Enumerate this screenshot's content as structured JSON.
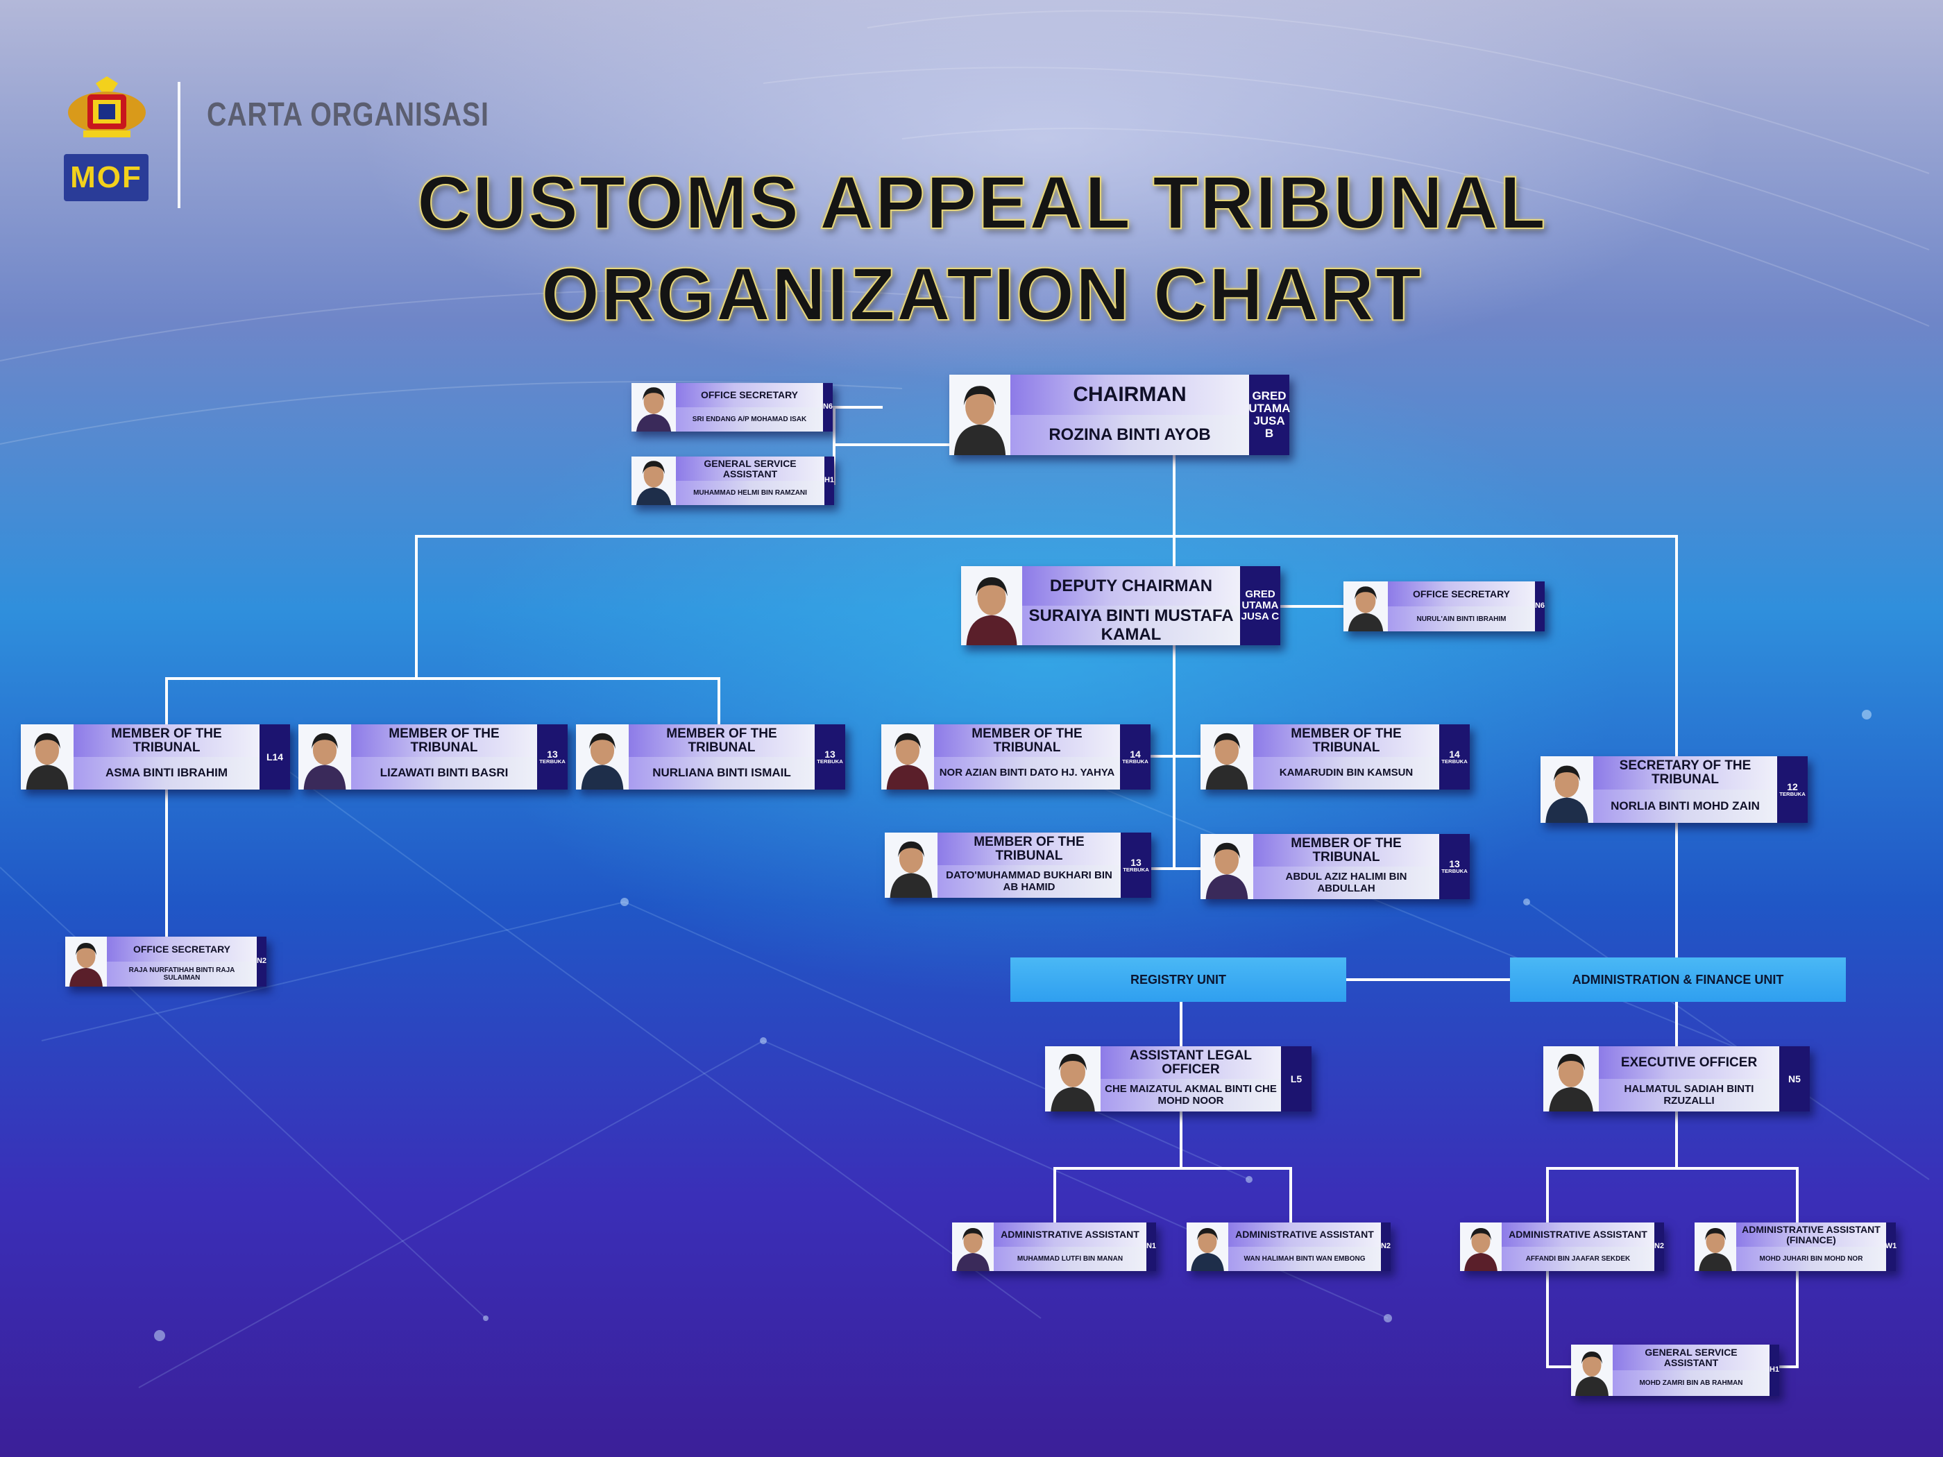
{
  "header": {
    "carta_label": "CARTA ORGANISASI",
    "mof_logo_text": "MOF",
    "title_line1": "CUSTOMS APPEAL TRIBUNAL",
    "title_line2": "ORGANIZATION CHART"
  },
  "units": {
    "registry": "REGISTRY UNIT",
    "admin_finance": "ADMINISTRATION & FINANCE UNIT"
  },
  "cards": {
    "chairman": {
      "role": "CHAIRMAN",
      "name": "ROZINA BINTI AYOB",
      "grade": "GRED UTAMA JUSA B",
      "grade_sub": ""
    },
    "office_secretary_chair": {
      "role": "OFFICE SECRETARY",
      "name": "SRI ENDANG A/P MOHAMAD ISAK",
      "grade": "N6",
      "grade_sub": ""
    },
    "gsa_chair": {
      "role": "GENERAL SERVICE ASSISTANT",
      "name": "MUHAMMAD HELMI BIN RAMZANI",
      "grade": "H1",
      "grade_sub": ""
    },
    "deputy_chairman": {
      "role": "DEPUTY CHAIRMAN",
      "name": "SURAIYA BINTI MUSTAFA KAMAL",
      "grade": "GRED UTAMA JUSA C",
      "grade_sub": ""
    },
    "office_secretary_deputy": {
      "role": "OFFICE SECRETARY",
      "name": "NURUL'AIN BINTI IBRAHIM",
      "grade": "N6",
      "grade_sub": ""
    },
    "member_asma": {
      "role": "MEMBER OF THE TRIBUNAL",
      "name": "ASMA BINTI IBRAHIM",
      "grade": "L14",
      "grade_sub": ""
    },
    "member_lizawati": {
      "role": "MEMBER OF THE TRIBUNAL",
      "name": "LIZAWATI BINTI BASRI",
      "grade": "13",
      "grade_sub": "TERBUKA"
    },
    "member_nurliana": {
      "role": "MEMBER OF THE TRIBUNAL",
      "name": "NURLIANA BINTI ISMAIL",
      "grade": "13",
      "grade_sub": "TERBUKA"
    },
    "member_nor_azian": {
      "role": "MEMBER OF THE TRIBUNAL",
      "name": "NOR AZIAN BINTI DATO HJ. YAHYA",
      "grade": "14",
      "grade_sub": "TERBUKA"
    },
    "member_kamarudin": {
      "role": "MEMBER OF THE TRIBUNAL",
      "name": "KAMARUDIN BIN KAMSUN",
      "grade": "14",
      "grade_sub": "TERBUKA"
    },
    "member_bukhari": {
      "role": "MEMBER OF THE TRIBUNAL",
      "name": "DATO'MUHAMMAD BUKHARI BIN AB HAMID",
      "grade": "13",
      "grade_sub": "TERBUKA"
    },
    "member_abdul_aziz": {
      "role": "MEMBER OF THE TRIBUNAL",
      "name": "ABDUL AZIZ HALIMI BIN ABDULLAH",
      "grade": "13",
      "grade_sub": "TERBUKA"
    },
    "secretary_tribunal": {
      "role": "SECRETARY OF THE TRIBUNAL",
      "name": "NORLIA BINTI MOHD ZAIN",
      "grade": "12",
      "grade_sub": "TERBUKA"
    },
    "office_secretary_member": {
      "role": "OFFICE SECRETARY",
      "name": "RAJA NURFATIHAH BINTI RAJA SULAIMAN",
      "grade": "N2",
      "grade_sub": ""
    },
    "assistant_legal_officer": {
      "role": "ASSISTANT LEGAL OFFICER",
      "name": "CHE MAIZATUL AKMAL BINTI CHE MOHD NOOR",
      "grade": "L5",
      "grade_sub": ""
    },
    "executive_officer": {
      "role": "EXECUTIVE OFFICER",
      "name": "HALMATUL SADIAH BINTI RZUZALLI",
      "grade": "N5",
      "grade_sub": ""
    },
    "admin_assistant_lutfi": {
      "role": "ADMINISTRATIVE ASSISTANT",
      "name": "MUHAMMAD LUTFI BIN MANAN",
      "grade": "N1",
      "grade_sub": ""
    },
    "admin_assistant_halimah": {
      "role": "ADMINISTRATIVE ASSISTANT",
      "name": "WAN HALIMAH BINTI WAN EMBONG",
      "grade": "N2",
      "grade_sub": ""
    },
    "admin_assistant_affandi": {
      "role": "ADMINISTRATIVE ASSISTANT",
      "name": "AFFANDI BIN JAAFAR SEKDEK",
      "grade": "N2",
      "grade_sub": ""
    },
    "admin_assistant_finance": {
      "role": "ADMINISTRATIVE ASSISTANT (FINANCE)",
      "name": "MOHD JUHARI BIN MOHD NOR",
      "grade": "W1",
      "grade_sub": ""
    },
    "gsa_finance": {
      "role": "GENERAL SERVICE ASSISTANT",
      "name": "MOHD ZAMRI BIN AB RAHMAN",
      "grade": "H1",
      "grade_sub": ""
    }
  },
  "colors": {
    "grade_box": "#1c1470",
    "unit_box": "#3aaaf2",
    "connector": "#ffffff",
    "title_glow": "#e8d77a"
  }
}
